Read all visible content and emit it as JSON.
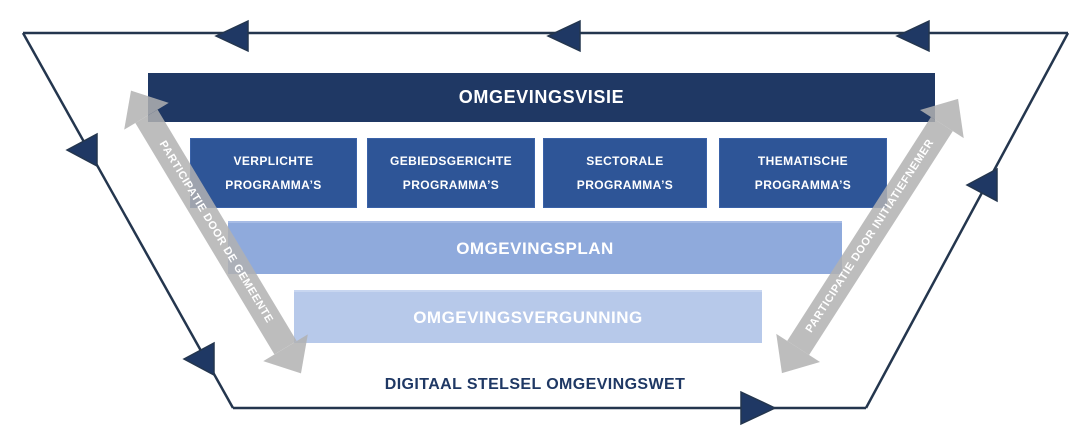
{
  "diagram": {
    "visie_bar": "OMGEVINGSVISIE",
    "programs": [
      {
        "label": "VERPLICHTE PROGRAMMA’S"
      },
      {
        "label": "GEBIEDSGERICHTE PROGRAMMA’S"
      },
      {
        "label": "SECTORALE PROGRAMMA’S"
      },
      {
        "label": "THEMATISCHE PROGRAMMA’S"
      }
    ],
    "plan_bar": "OMGEVINGSPLAN",
    "vergunning_bar": "OMGEVINGSVERGUNNING",
    "bottom_label": "DIGITAAL STELSEL OMGEVINGSWET",
    "left_arrow_label": "PARTICIPATIE DOOR DE GEMEENTE",
    "right_arrow_label": "PARTICIPATIE DOOR INITIATIEFNEMER",
    "colors": {
      "visie_navy": "#1F3864",
      "program_blue": "#2E5597",
      "plan_blue": "#8FAADC",
      "vergunning_blue": "#B7C9EA",
      "outline_navy": "#24364E",
      "arrowhead_navy": "#1F3864",
      "participation_gray": "#BFBFBF",
      "bottom_label_navy": "#1F3864",
      "bar_text": "#FFFFFF"
    }
  }
}
